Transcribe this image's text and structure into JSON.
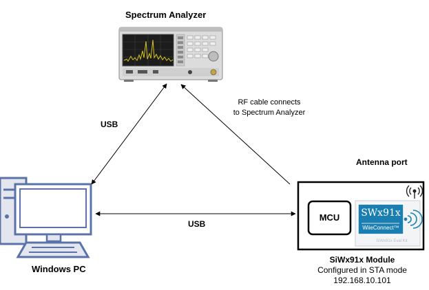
{
  "spectrum_analyzer": {
    "title": "Spectrum Analyzer"
  },
  "rf_note": {
    "line1": "RF cable connects",
    "line2": "to Spectrum Analyzer"
  },
  "usb_upper": "USB",
  "usb_lower": "USB",
  "windows_pc": {
    "label": "Windows PC"
  },
  "antenna_port": "Antenna port",
  "module": {
    "title": "SiWx91x Module",
    "line2": "Configured in STA mode",
    "line3": "192.168.10.101",
    "mcu_label": "MCU",
    "chip_brand": "SWx91x",
    "chip_sub": "WiieConnect™",
    "chip_caption": "SiWx91x Eval Kit"
  },
  "colors": {
    "pc_stroke": "#5a72a8",
    "pc_fill": "#e3e6ee",
    "chip_blue": "#1a7fb0",
    "analyzer_body": "#dcdcdc",
    "analyzer_screen": "#1c1c1c",
    "trace": "#d8c617"
  }
}
